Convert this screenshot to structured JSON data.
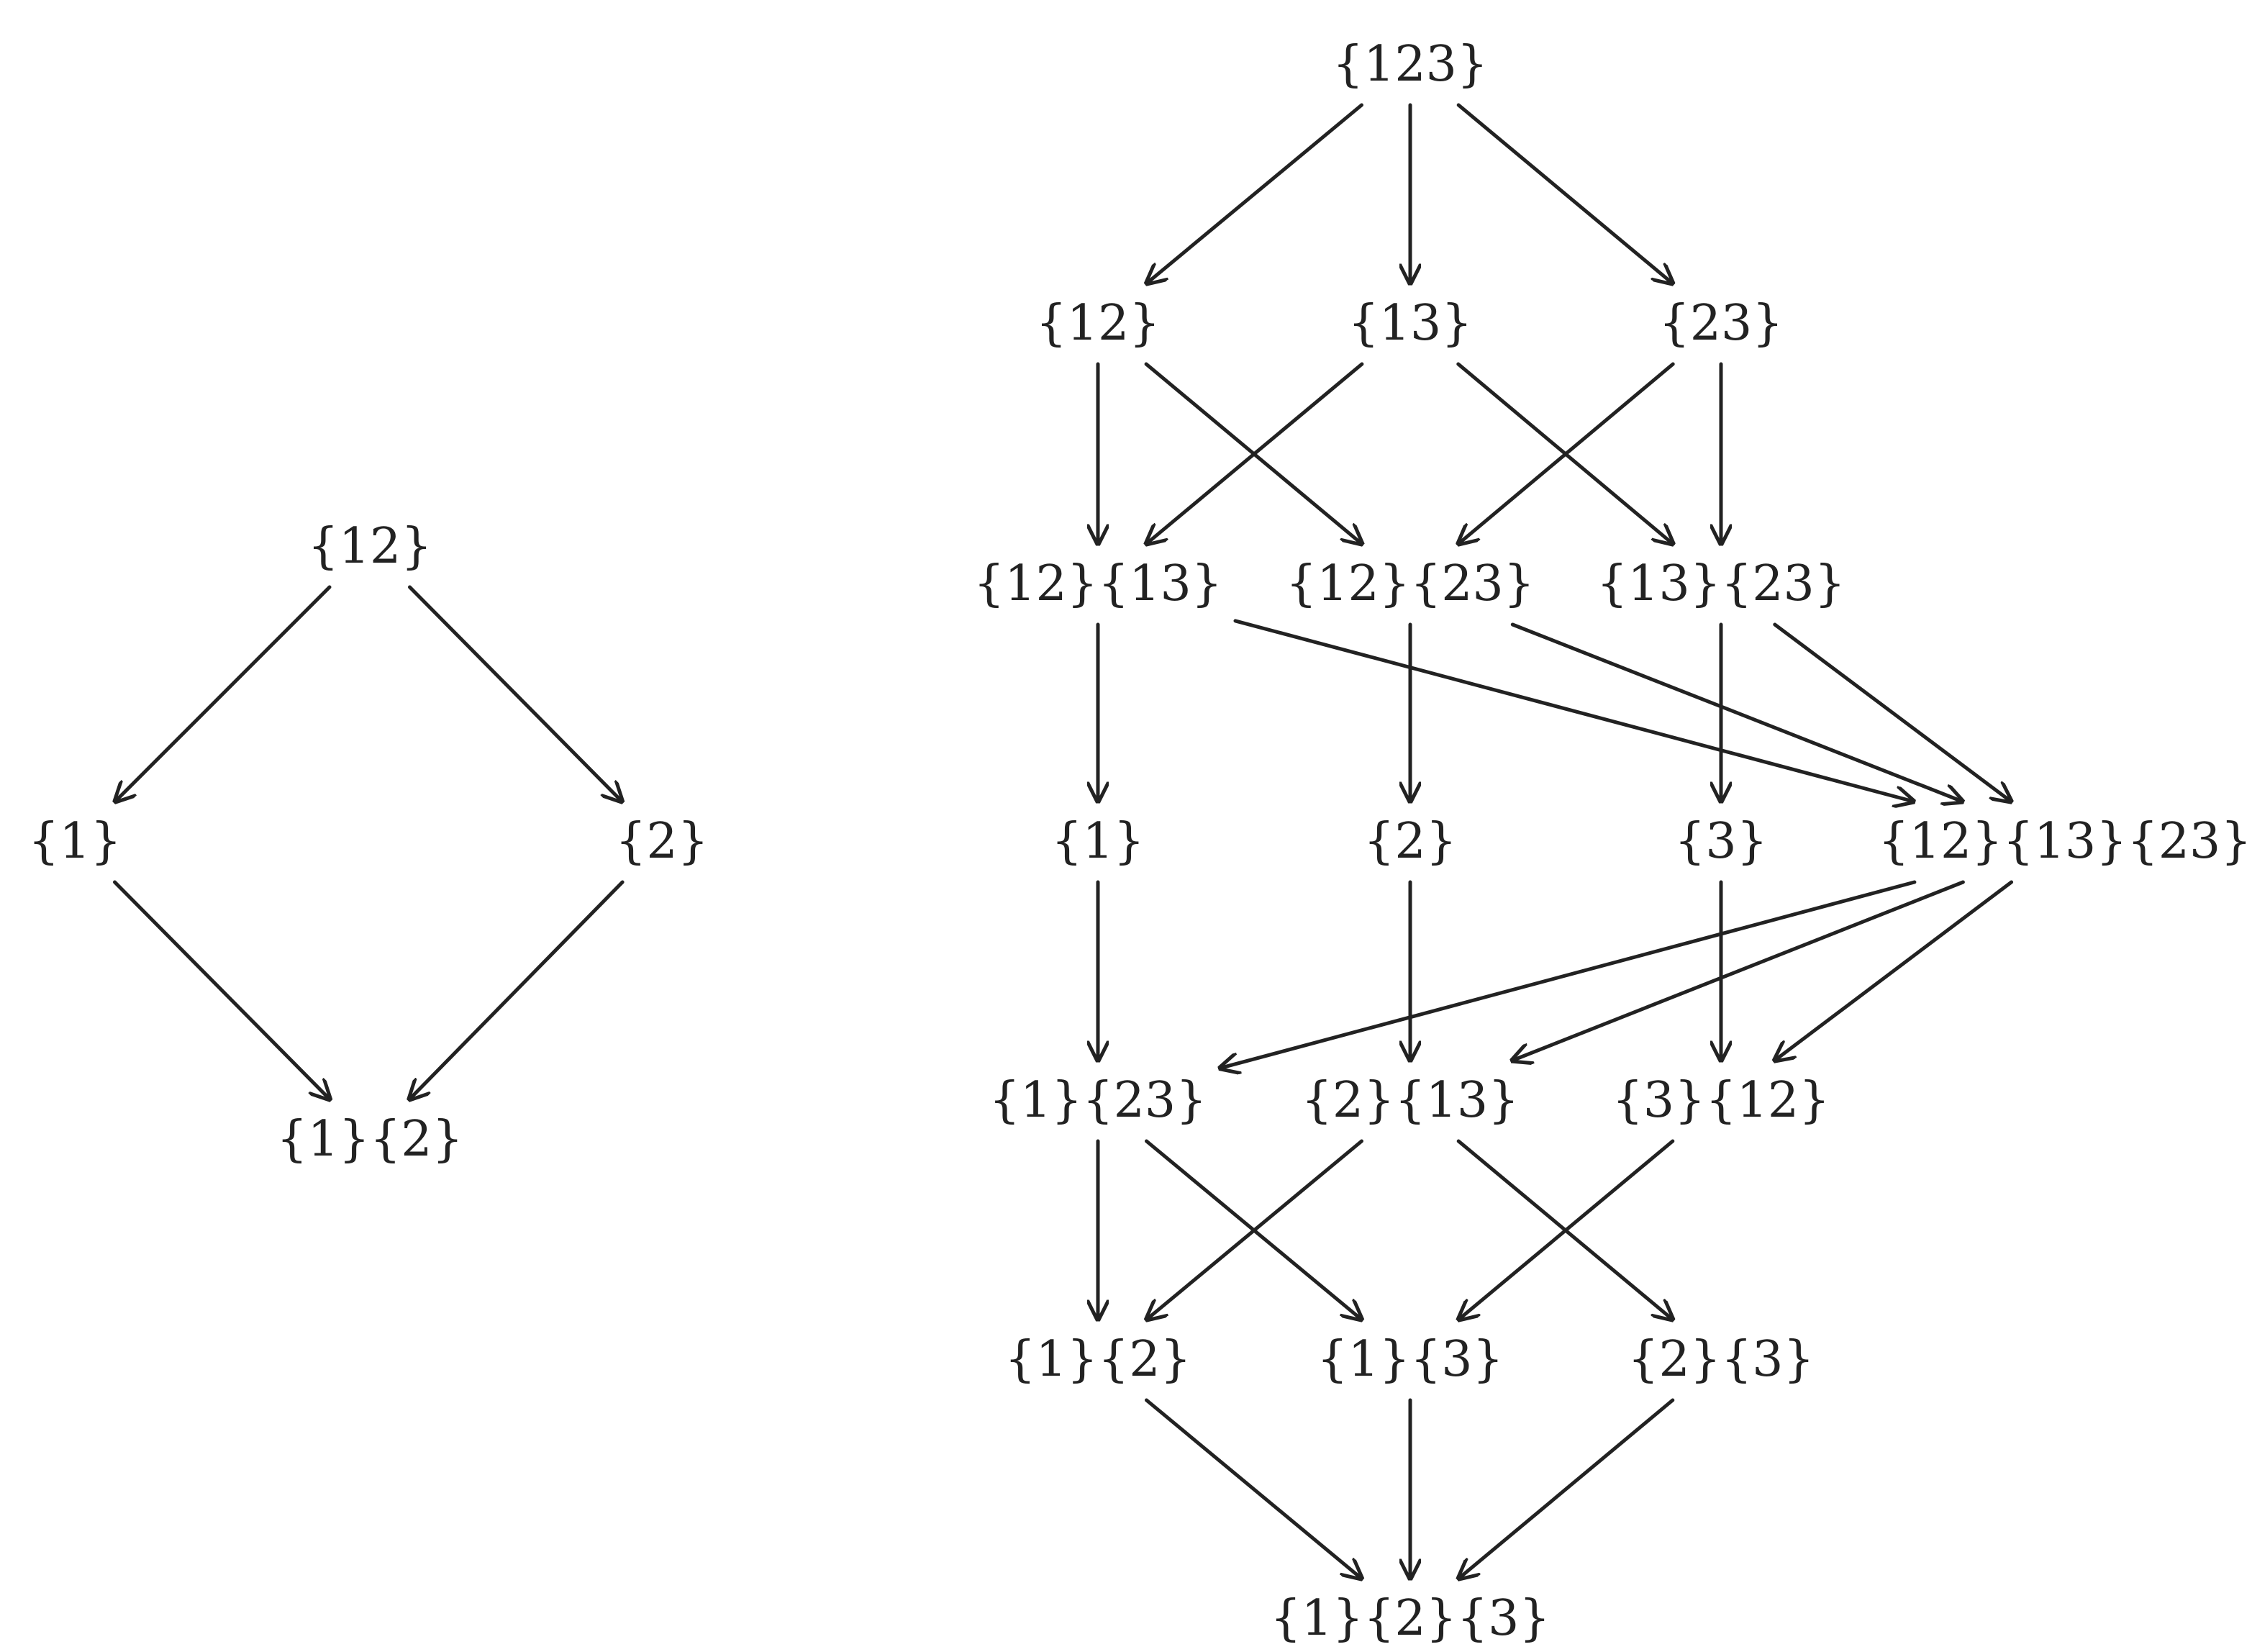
{
  "colors": {
    "ink": "#222222",
    "background": "#ffffff"
  },
  "diagrams": [
    {
      "nodes": [
        {
          "id": "L12",
          "label": "{12}"
        },
        {
          "id": "L1",
          "label": "{1}"
        },
        {
          "id": "L2",
          "label": "{2}"
        },
        {
          "id": "L1_2",
          "label": "{1}{2}"
        }
      ],
      "edges": [
        [
          "L12",
          "L1"
        ],
        [
          "L12",
          "L2"
        ],
        [
          "L1",
          "L1_2"
        ],
        [
          "L2",
          "L1_2"
        ]
      ]
    },
    {
      "nodes": [
        {
          "id": "R123",
          "label": "{123}"
        },
        {
          "id": "R12",
          "label": "{12}"
        },
        {
          "id": "R13",
          "label": "{13}"
        },
        {
          "id": "R23",
          "label": "{23}"
        },
        {
          "id": "R12_13",
          "label": "{12}{13}"
        },
        {
          "id": "R12_23",
          "label": "{12}{23}"
        },
        {
          "id": "R13_23",
          "label": "{13}{23}"
        },
        {
          "id": "R1",
          "label": "{1}"
        },
        {
          "id": "R2",
          "label": "{2}"
        },
        {
          "id": "R3",
          "label": "{3}"
        },
        {
          "id": "R12_13_23",
          "label": "{12}{13}{23}"
        },
        {
          "id": "R1_23",
          "label": "{1}{23}"
        },
        {
          "id": "R2_13",
          "label": "{2}{13}"
        },
        {
          "id": "R3_12",
          "label": "{3}{12}"
        },
        {
          "id": "R1_2",
          "label": "{1}{2}"
        },
        {
          "id": "R1_3",
          "label": "{1}{3}"
        },
        {
          "id": "R2_3",
          "label": "{2}{3}"
        },
        {
          "id": "R1_2_3",
          "label": "{1}{2}{3}"
        }
      ],
      "edges": [
        [
          "R123",
          "R12"
        ],
        [
          "R123",
          "R13"
        ],
        [
          "R123",
          "R23"
        ],
        [
          "R12",
          "R12_13"
        ],
        [
          "R12",
          "R12_23"
        ],
        [
          "R13",
          "R12_13"
        ],
        [
          "R13",
          "R13_23"
        ],
        [
          "R23",
          "R12_23"
        ],
        [
          "R23",
          "R13_23"
        ],
        [
          "R12_13",
          "R1"
        ],
        [
          "R12_13",
          "R12_13_23"
        ],
        [
          "R12_23",
          "R2"
        ],
        [
          "R12_23",
          "R12_13_23"
        ],
        [
          "R13_23",
          "R3"
        ],
        [
          "R13_23",
          "R12_13_23"
        ],
        [
          "R1",
          "R1_23"
        ],
        [
          "R2",
          "R2_13"
        ],
        [
          "R3",
          "R3_12"
        ],
        [
          "R12_13_23",
          "R1_23"
        ],
        [
          "R12_13_23",
          "R2_13"
        ],
        [
          "R12_13_23",
          "R3_12"
        ],
        [
          "R1_23",
          "R1_2"
        ],
        [
          "R1_23",
          "R1_3"
        ],
        [
          "R2_13",
          "R1_2"
        ],
        [
          "R2_13",
          "R2_3"
        ],
        [
          "R3_12",
          "R1_3"
        ],
        [
          "R3_12",
          "R3_12_dummy"
        ],
        [
          "R1_2",
          "R1_2_3"
        ],
        [
          "R1_3",
          "R1_2_3"
        ],
        [
          "R2_3",
          "R1_2_3"
        ]
      ]
    }
  ]
}
